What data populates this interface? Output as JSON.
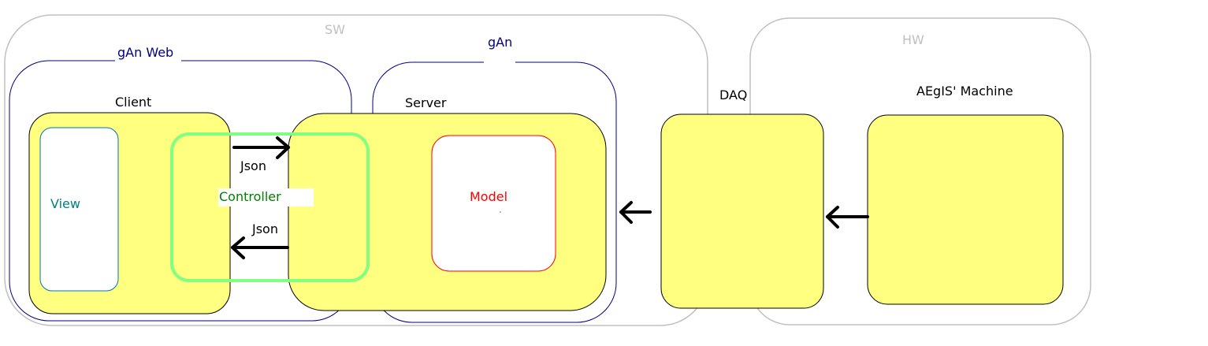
{
  "labels": {
    "sw": "SW",
    "hw": "HW",
    "gan_web": "gAn Web",
    "gan": "gAn",
    "client": "Client",
    "server": "Server",
    "daq": "DAQ",
    "machine": "AEgIS' Machine",
    "view": "View",
    "controller": "Controller",
    "model": "Model",
    "json_request": "Json",
    "json_response": "Json"
  },
  "colors": {
    "outer_group": "#c0c0c0",
    "gan_group": "#000080",
    "yellow_fill": "#ffff80",
    "controller": "#80ff80",
    "view_text": "#008080",
    "controller_text": "#008000",
    "model_text": "#ff0000",
    "view_border": "#0070c0",
    "model_border": "#ff0000"
  }
}
